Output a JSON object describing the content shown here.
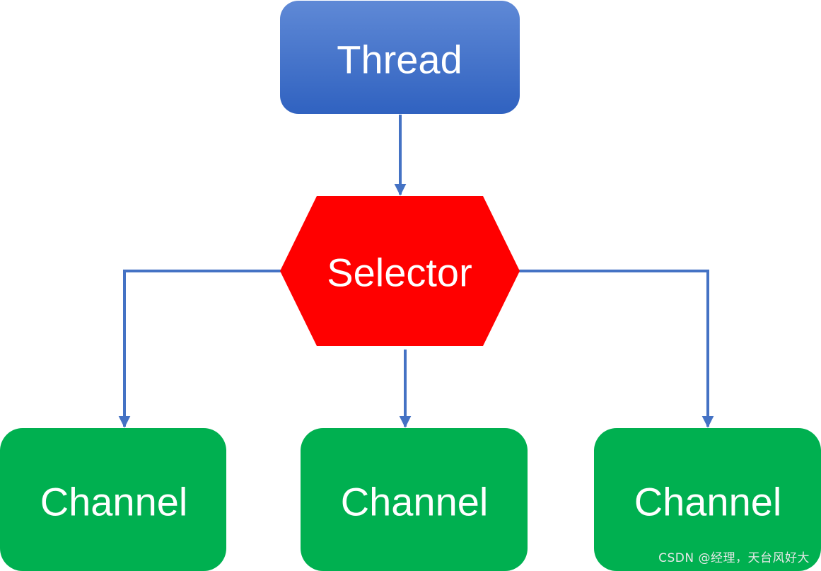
{
  "diagram": {
    "nodes": {
      "thread": {
        "label": "Thread",
        "color": "#3f6fc7"
      },
      "selector": {
        "label": "Selector",
        "color": "#ff0000"
      },
      "channel_1": {
        "label": "Channel",
        "color": "#00b050"
      },
      "channel_2": {
        "label": "Channel",
        "color": "#00b050"
      },
      "channel_3": {
        "label": "Channel",
        "color": "#00b050"
      }
    },
    "edges": [
      {
        "from": "Thread",
        "to": "Selector"
      },
      {
        "from": "Selector",
        "to": "Channel"
      },
      {
        "from": "Selector",
        "to": "Channel"
      },
      {
        "from": "Selector",
        "to": "Channel"
      }
    ],
    "edge_color": "#4472c4"
  },
  "watermark": "CSDN @经理，天台风好大"
}
